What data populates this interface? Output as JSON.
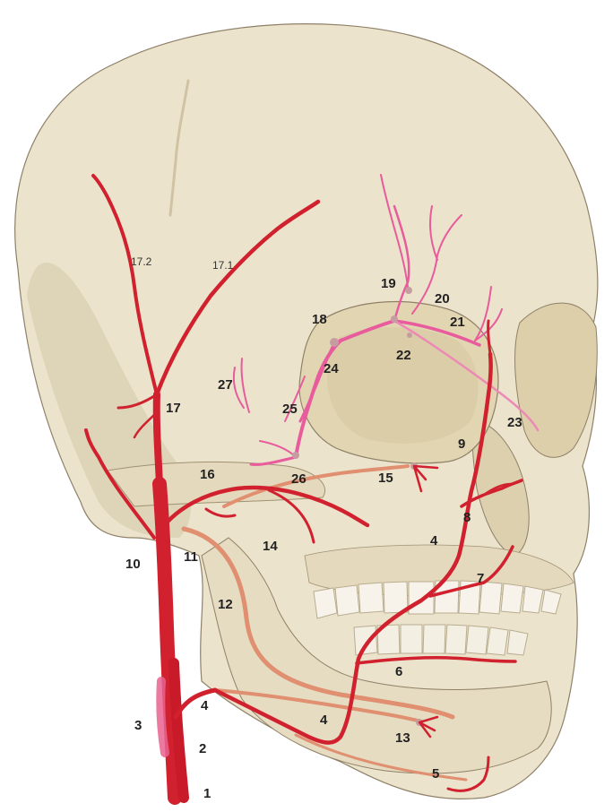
{
  "figure": {
    "subject": "skull-facial-arteries",
    "labels": [
      {
        "id": "l-17-2",
        "text": "17.2"
      },
      {
        "id": "l-17-1",
        "text": "17.1"
      },
      {
        "id": "l-19",
        "text": "19"
      },
      {
        "id": "l-20",
        "text": "20"
      },
      {
        "id": "l-18",
        "text": "18"
      },
      {
        "id": "l-21",
        "text": "21"
      },
      {
        "id": "l-22",
        "text": "22"
      },
      {
        "id": "l-24",
        "text": "24"
      },
      {
        "id": "l-27",
        "text": "27"
      },
      {
        "id": "l-17",
        "text": "17"
      },
      {
        "id": "l-25",
        "text": "25"
      },
      {
        "id": "l-23",
        "text": "23"
      },
      {
        "id": "l-9",
        "text": "9"
      },
      {
        "id": "l-16",
        "text": "16"
      },
      {
        "id": "l-26",
        "text": "26"
      },
      {
        "id": "l-15",
        "text": "15"
      },
      {
        "id": "l-8",
        "text": "8"
      },
      {
        "id": "l-4a",
        "text": "4"
      },
      {
        "id": "l-10",
        "text": "10"
      },
      {
        "id": "l-11",
        "text": "11"
      },
      {
        "id": "l-14",
        "text": "14"
      },
      {
        "id": "l-7",
        "text": "7"
      },
      {
        "id": "l-12",
        "text": "12"
      },
      {
        "id": "l-6",
        "text": "6"
      },
      {
        "id": "l-4b",
        "text": "4"
      },
      {
        "id": "l-3",
        "text": "3"
      },
      {
        "id": "l-4c",
        "text": "4"
      },
      {
        "id": "l-13",
        "text": "13"
      },
      {
        "id": "l-2",
        "text": "2"
      },
      {
        "id": "l-5",
        "text": "5"
      },
      {
        "id": "l-1",
        "text": "1"
      }
    ],
    "colors": {
      "bone": "#ece3cc",
      "bone_shadow": "#c9bb98",
      "bone_outline": "#8f8068",
      "orbit": "#ddd0ae",
      "artery": "#d1212f",
      "artery_dark": "#b3141f",
      "artery_pink": "#e85b9c",
      "artery_salmon": "#e08f70",
      "tooth": "#f7f3ea"
    }
  }
}
